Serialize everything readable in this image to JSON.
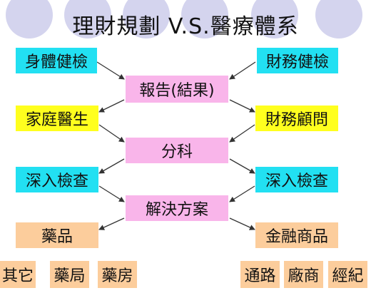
{
  "title": "理財規劃 V.S.醫療體系",
  "left_column": {
    "body_checkup": "身體健檢",
    "family_doctor": "家庭醫生",
    "in_depth_exam": "深入檢查",
    "medicine": "藥品"
  },
  "right_column": {
    "financial_checkup": "財務健檢",
    "financial_advisor": "財務顧問",
    "in_depth_exam": "深入檢查",
    "financial_products": "金融商品"
  },
  "center_column": {
    "report": "報告(結果)",
    "specialty": "分科",
    "solution": "解決方案"
  },
  "bottom_row": {
    "other": "其它",
    "pharmacy_bureau": "藥局",
    "pharmacy_room": "藥房",
    "channel": "通路",
    "manufacturer": "廠商",
    "broker": "經紀"
  },
  "colors": {
    "cyan": "#22e0f2",
    "yellow": "#ffff1e",
    "pink": "#f9b5ea",
    "peach": "#fccd9c",
    "decor_circle": "#d4d4ee"
  }
}
